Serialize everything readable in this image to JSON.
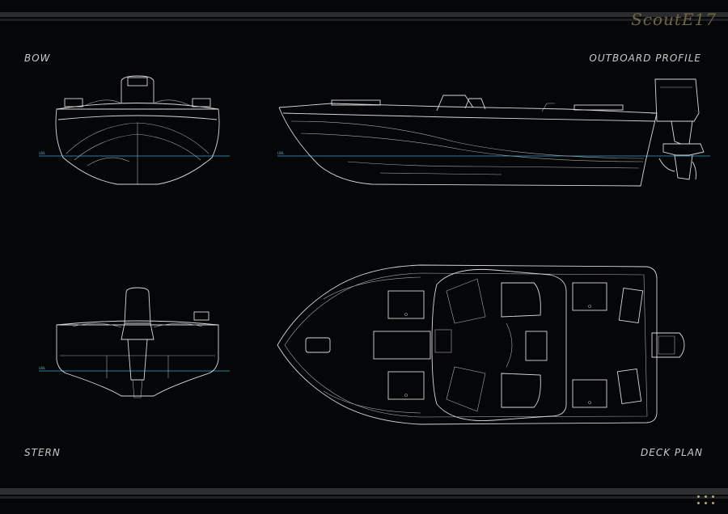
{
  "header": {
    "brand": "ScoutE17"
  },
  "views": {
    "bow": "BOW",
    "outboard_profile": "OUTBOARD PROFILE",
    "stern": "STERN",
    "deck_plan": "DECK PLAN"
  },
  "waterline_label": "LWL",
  "colors": {
    "background": "#050608",
    "line": "#d8d8d8",
    "waterline": "#2a7f9a",
    "brand": "#6f6645",
    "label": "#c9c9c9"
  }
}
